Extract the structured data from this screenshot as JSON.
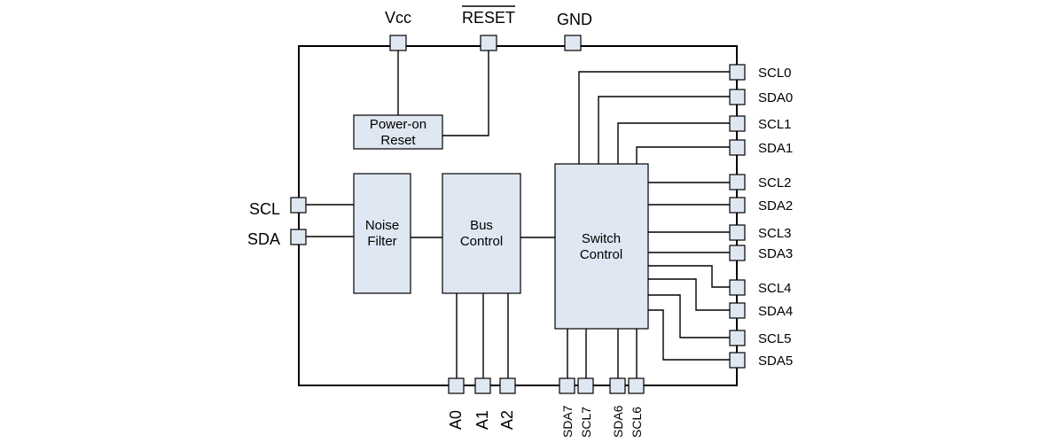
{
  "top_pins": {
    "vcc": "Vcc",
    "reset": "RESET",
    "gnd": "GND"
  },
  "left_pins": {
    "scl": "SCL",
    "sda": "SDA"
  },
  "blocks": {
    "power_on_reset": [
      "Power-on",
      "Reset"
    ],
    "noise_filter": [
      "Noise",
      "Filter"
    ],
    "bus_control": [
      "Bus",
      "Control"
    ],
    "switch_control": [
      "Switch",
      "Control"
    ]
  },
  "right_pins": [
    "SCL0",
    "SDA0",
    "SCL1",
    "SDA1",
    "SCL2",
    "SDA2",
    "SCL3",
    "SDA3",
    "SCL4",
    "SDA4",
    "SCL5",
    "SDA5"
  ],
  "bottom_pins": [
    "A0",
    "A1",
    "A2",
    "SDA7",
    "SCL7",
    "SDA6",
    "SCL6"
  ],
  "colors": {
    "block_fill": "#dfe7f2",
    "line": "#000000"
  }
}
